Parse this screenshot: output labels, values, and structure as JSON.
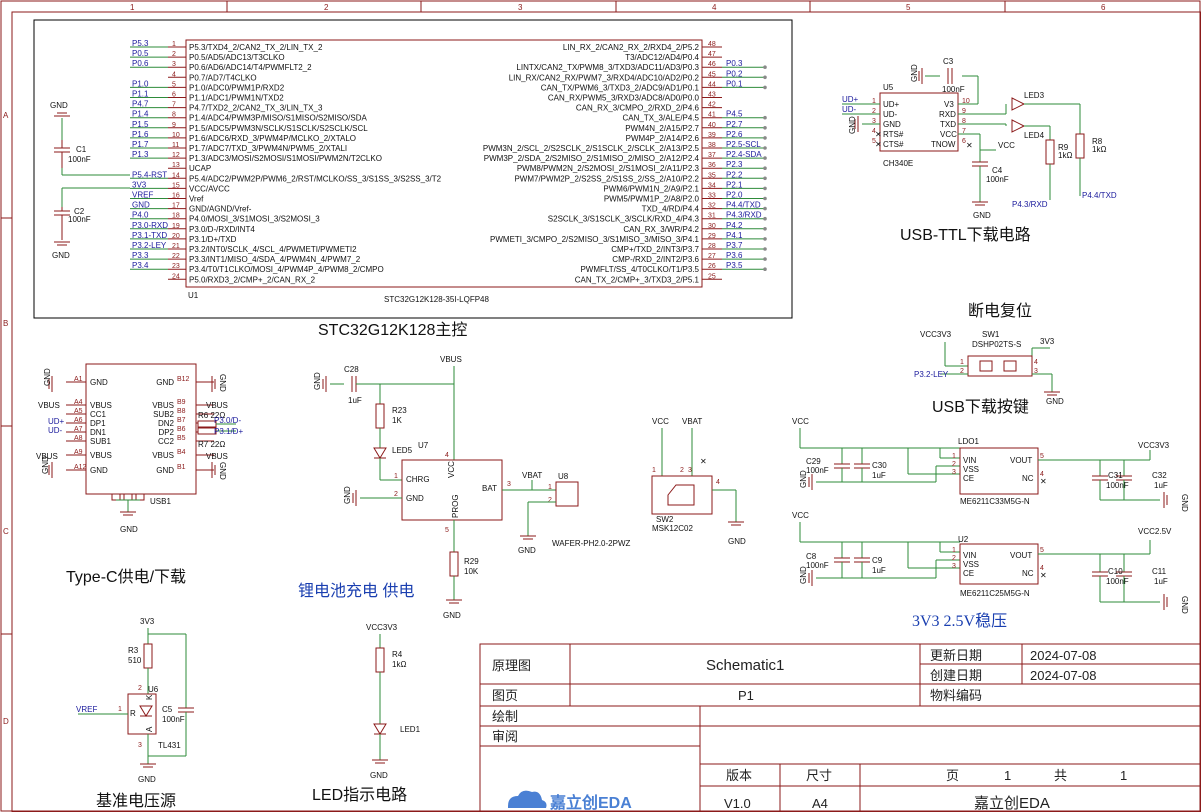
{
  "frame": {
    "col_labels": [
      "1",
      "2",
      "3",
      "4",
      "5",
      "6"
    ],
    "row_labels": [
      "A",
      "B",
      "C",
      "D"
    ]
  },
  "mcu": {
    "title": "STC32G12K128主控",
    "ref": "U1",
    "part": "STC32G12K128-35I-LQFP48",
    "left_pins": [
      {
        "n": "1",
        "name": "P5.3/TXD4_2/CAN2_TX_2/LIN_TX_2",
        "net": "P5.3"
      },
      {
        "n": "2",
        "name": "P0.5/AD5/ADC13/T3CLKO",
        "net": "P0.5"
      },
      {
        "n": "3",
        "name": "P0.6/AD6/ADC14/T4/PWMFLT2_2",
        "net": "P0.6"
      },
      {
        "n": "4",
        "name": "P0.7/AD7/T4CLKO",
        "net": ""
      },
      {
        "n": "5",
        "name": "P1.0/ADC0/PWM1P/RXD2",
        "net": "P1.0"
      },
      {
        "n": "6",
        "name": "P1.1/ADC1/PWM1N/TXD2",
        "net": "P1.1"
      },
      {
        "n": "7",
        "name": "P4.7/TXD2_2/CAN2_TX_3/LIN_TX_3",
        "net": "P4.7"
      },
      {
        "n": "8",
        "name": "P1.4/ADC4/PWM3P/MISO/S1MISO/S2MISO/SDA",
        "net": "P1.4"
      },
      {
        "n": "9",
        "name": "P1.5/ADC5/PWM3N/SCLK/S1SCLK/S2SCLK/SCL",
        "net": "P1.5"
      },
      {
        "n": "10",
        "name": "P1.6/ADC6/RXD_3/PWM4P/MCLKO_2/XTALO",
        "net": "P1.6"
      },
      {
        "n": "11",
        "name": "P1.7/ADC7/TXD_3/PWM4N/PWM5_2/XTALI",
        "net": "P1.7"
      },
      {
        "n": "12",
        "name": "P1.3/ADC3/MOSI/S2MOSI/S1MOSI/PWM2N/T2CLKO",
        "net": "P1.3"
      },
      {
        "n": "13",
        "name": "UCAP",
        "net": ""
      },
      {
        "n": "14",
        "name": "P5.4/ADC2/PWM2P/PWM6_2/RST/MCLKO/SS_3/S1SS_3/S2SS_3/T2",
        "net": "P5.4-RST"
      },
      {
        "n": "15",
        "name": "VCC/AVCC",
        "net": "3V3"
      },
      {
        "n": "16",
        "name": "Vref",
        "net": "VREF"
      },
      {
        "n": "17",
        "name": "GND/AGND/Vref-",
        "net": "GND"
      },
      {
        "n": "18",
        "name": "P4.0/MOSI_3/S1MOSI_3/S2MOSI_3",
        "net": "P4.0"
      },
      {
        "n": "19",
        "name": "P3.0/D-/RXD/INT4",
        "net": "P3.0-RXD"
      },
      {
        "n": "20",
        "name": "P3.1/D+/TXD",
        "net": "P3.1-TXD"
      },
      {
        "n": "21",
        "name": "P3.2/INT0/SCLK_4/SCL_4/PWMETI/PWMETI2",
        "net": "P3.2-LEY"
      },
      {
        "n": "22",
        "name": "P3.3/INT1/MISO_4/SDA_4/PWM4N_4/PWM7_2",
        "net": "P3.3"
      },
      {
        "n": "23",
        "name": "P3.4/T0/T1CLKO/MOSI_4/PWM4P_4/PWM8_2/CMPO",
        "net": "P3.4"
      },
      {
        "n": "24",
        "name": "P5.0/RXD3_2/CMP+_2/CAN_RX_2",
        "net": ""
      }
    ],
    "right_pins": [
      {
        "n": "48",
        "name": "LIN_RX_2/CAN2_RX_2/RXD4_2/P5.2",
        "net": ""
      },
      {
        "n": "47",
        "name": "T3/ADC12/AD4/P0.4",
        "net": ""
      },
      {
        "n": "46",
        "name": "LINTX/CAN2_TX/PWM8_3/TXD3/ADC11/AD3/P0.3",
        "net": "P0.3"
      },
      {
        "n": "45",
        "name": "LIN_RX/CAN2_RX/PWM7_3/RXD4/ADC10/AD2/P0.2",
        "net": "P0.2"
      },
      {
        "n": "44",
        "name": "CAN_TX/PWM6_3/TXD3_2/ADC9/AD1/P0.1",
        "net": "P0.1"
      },
      {
        "n": "43",
        "name": "CAN_RX/PWM5_3/RXD3/ADC8/AD0/P0.0",
        "net": ""
      },
      {
        "n": "42",
        "name": "CAN_RX_3/CMPO_2/RXD_2/P4.6",
        "net": ""
      },
      {
        "n": "41",
        "name": "CAN_TX_3/ALE/P4.5",
        "net": "P4.5"
      },
      {
        "n": "40",
        "name": "PWM4N_2/A15/P2.7",
        "net": "P2.7"
      },
      {
        "n": "39",
        "name": "PWM4P_2/A14/P2.6",
        "net": "P2.6"
      },
      {
        "n": "38",
        "name": "PWM3N_2/SCL_2/S2SCLK_2/S1SCLK_2/SCLK_2/A13/P2.5",
        "net": "P2.5-SCL"
      },
      {
        "n": "37",
        "name": "PWM3P_2/SDA_2/S2MISO_2/S1MISO_2/MISO_2/A12/P2.4",
        "net": "P2.4-SDA"
      },
      {
        "n": "36",
        "name": "PWM8/PWM2N_2/S2MOSI_2/S1MOSI_2/A11/P2.3",
        "net": "P2.3"
      },
      {
        "n": "35",
        "name": "PWM7/PWM2P_2/S2SS_2/S1SS_2/SS_2/A10/P2.2",
        "net": "P2.2"
      },
      {
        "n": "34",
        "name": "PWM6/PWM1N_2/A9/P2.1",
        "net": "P2.1"
      },
      {
        "n": "33",
        "name": "PWM5/PWM1P_2/A8/P2.0",
        "net": "P2.0"
      },
      {
        "n": "32",
        "name": "TXD_4/RD/P4.4",
        "net": "P4.4/TXD"
      },
      {
        "n": "31",
        "name": "S2SCLK_3/S1SCLK_3/SCLK/RXD_4/P4.3",
        "net": "P4.3/RXD"
      },
      {
        "n": "30",
        "name": "CAN_RX_3/WR/P4.2",
        "net": "P4.2"
      },
      {
        "n": "29",
        "name": "PWMETI_3/CMPO_2/S2MISO_3/S1MISO_3/MISO_3/P4.1",
        "net": "P4.1"
      },
      {
        "n": "28",
        "name": "CMP+/TXD_2/INT3/P3.7",
        "net": "P3.7"
      },
      {
        "n": "27",
        "name": "CMP-/RXD_2/INT2/P3.6",
        "net": "P3.6"
      },
      {
        "n": "26",
        "name": "PWMFLT/SS_4/T0CLKO/T1/P3.5",
        "net": "P3.5"
      },
      {
        "n": "25",
        "name": "CAN_TX_2/CMP+_3/TXD3_2/P5.1",
        "net": ""
      }
    ],
    "cap_c1": {
      "ref": "C1",
      "val": "100nF",
      "gnd": "GND"
    },
    "cap_c2": {
      "ref": "C2",
      "val": "100nF",
      "gnd": "GND"
    }
  },
  "usb_ttl": {
    "title": "USB-TTL下载电路",
    "ic": "U5",
    "part": "CH340E",
    "pins_left": [
      "UD+",
      "UD-",
      "GND",
      "RTS#",
      "CTS#"
    ],
    "pins_left_nums": [
      "1",
      "2",
      "3",
      "4",
      "5"
    ],
    "pins_right": [
      "V3",
      "RXD",
      "TXD",
      "VCC",
      "TNOW"
    ],
    "pins_right_nums": [
      "10",
      "9",
      "8",
      "7",
      "6"
    ],
    "nets_left": [
      "UD+",
      "UD-"
    ],
    "c3_ref": "C3",
    "c3_val": "100nF",
    "c4_ref": "C4",
    "c4_val": "100nF",
    "led3": "LED3",
    "led4": "LED4",
    "r9_ref": "R9",
    "r9_val": "1kΩ",
    "r8_ref": "R8",
    "r8_val": "1kΩ",
    "vcc": "VCC",
    "rxd_net": "P4.3/RXD",
    "txd_net": "P4.4/TXD",
    "gnd": "GND"
  },
  "reset": {
    "title": "断电复位",
    "subtitle": "USB下载按键",
    "net_left": "VCC3V3",
    "sw": "SW1",
    "part": "DSHP02TS-S",
    "net_right": "3V3",
    "net_key": "P3.2-LEY",
    "gnd": "GND",
    "pins": [
      "1",
      "2",
      "4",
      "3"
    ]
  },
  "usb_c": {
    "title": "Type-C供电/下载",
    "ref": "USB1",
    "left_pins": [
      {
        "n": "A1",
        "name": "GND"
      },
      {
        "n": "A4",
        "name": "VBUS"
      },
      {
        "n": "A5",
        "name": "CC1"
      },
      {
        "n": "A6",
        "name": "DP1"
      },
      {
        "n": "A7",
        "name": "DN1"
      },
      {
        "n": "A8",
        "name": "SUB1"
      },
      {
        "n": "A9",
        "name": "VBUS"
      },
      {
        "n": "A12",
        "name": "GND"
      }
    ],
    "right_pins": [
      {
        "n": "B12",
        "name": "GND"
      },
      {
        "n": "B9",
        "name": "VBUS"
      },
      {
        "n": "B8",
        "name": "SUB2"
      },
      {
        "n": "B7",
        "name": "DN2"
      },
      {
        "n": "B6",
        "name": "DP2"
      },
      {
        "n": "B5",
        "name": "CC2"
      },
      {
        "n": "B4",
        "name": "VBUS"
      },
      {
        "n": "B1",
        "name": "GND"
      }
    ],
    "net_vbus": "VBUS",
    "net_udp": "UD+",
    "net_udm": "UD-",
    "r6": "R6 22Ω",
    "r7": "R7 22Ω",
    "net_d_minus": "P3.0/D-",
    "net_d_plus": "P3.1/D+",
    "gnd": "GND"
  },
  "charger": {
    "title": "锂电池充电 供电",
    "ic": "U7",
    "pins": [
      "CHRG",
      "GND",
      "VCC",
      "BAT",
      "PROG"
    ],
    "pin_nums": [
      "1",
      "2",
      "4",
      "3",
      "5"
    ],
    "c28_ref": "C28",
    "c28_val": "1uF",
    "r23_ref": "R23",
    "r23_val": "1K",
    "led5": "LED5",
    "r29_ref": "R29",
    "r29_val": "10K",
    "vbus": "VBUS",
    "vbat": "VBAT",
    "conn_ref": "U8",
    "conn_part": "WAFER-PH2.0-2PWZ",
    "conn_pins": [
      "1",
      "2"
    ],
    "gnd": "GND"
  },
  "power_sw": {
    "sw": "SW2",
    "part": "MSK12C02",
    "vcc": "VCC",
    "vbat": "VBAT",
    "pins": [
      "1",
      "2",
      "3",
      "4"
    ],
    "gnd": "GND"
  },
  "ldo": {
    "title": "3V3 2.5V稳压",
    "u1": {
      "ref": "LDO1",
      "part": "ME6211C33M5G-N",
      "out": "VCC3V3"
    },
    "u2": {
      "ref": "U2",
      "part": "ME6211C25M5G-N",
      "out": "VCC2.5V"
    },
    "pins_left": [
      "VIN",
      "VSS",
      "CE"
    ],
    "pins_left_nums": [
      "1",
      "2",
      "3"
    ],
    "pin_out": "VOUT",
    "pin_out_num": "5",
    "pin_nc": "NC",
    "pin_nc_num": "4",
    "vcc": "VCC",
    "c29": {
      "ref": "C29",
      "val": "100nF"
    },
    "c30": {
      "ref": "C30",
      "val": "1uF"
    },
    "c31": {
      "ref": "C31",
      "val": "100nF"
    },
    "c32": {
      "ref": "C32",
      "val": "1uF"
    },
    "c8": {
      "ref": "C8",
      "val": "100nF"
    },
    "c9": {
      "ref": "C9",
      "val": "1uF"
    },
    "c10": {
      "ref": "C10",
      "val": "100nF"
    },
    "c11": {
      "ref": "C11",
      "val": "1uF"
    },
    "gnd": "GND"
  },
  "vref": {
    "title": "基准电压源",
    "net_3v3": "3V3",
    "r3_ref": "R3",
    "r3_val": "510",
    "ic_ref": "U6",
    "ic_part": "TL431",
    "pins": [
      "R",
      "A",
      "K"
    ],
    "pin_nums": [
      "1",
      "3",
      "2"
    ],
    "c5_ref": "C5",
    "c5_val": "100nF",
    "net_vref": "VREF",
    "gnd": "GND"
  },
  "led_ind": {
    "title": "LED指示电路",
    "net": "VCC3V3",
    "r4_ref": "R4",
    "r4_val": "1kΩ",
    "led": "LED1",
    "gnd": "GND"
  },
  "title_block": {
    "k_type": "原理图",
    "v_type": "Schematic1",
    "k_page": "图页",
    "v_page": "P1",
    "k_draw": "绘制",
    "k_review": "审阅",
    "k_upd": "更新日期",
    "v_upd": "2024-07-08",
    "k_cre": "创建日期",
    "v_cre": "2024-07-08",
    "k_mat": "物料编码",
    "k_ver": "版本",
    "v_ver": "V1.0",
    "k_size": "尺寸",
    "v_size": "A4",
    "k_pg": "页",
    "v_pg": "1",
    "k_tot": "共",
    "v_tot": "1",
    "logo": "嘉立创EDA",
    "company": "嘉立创EDA"
  }
}
